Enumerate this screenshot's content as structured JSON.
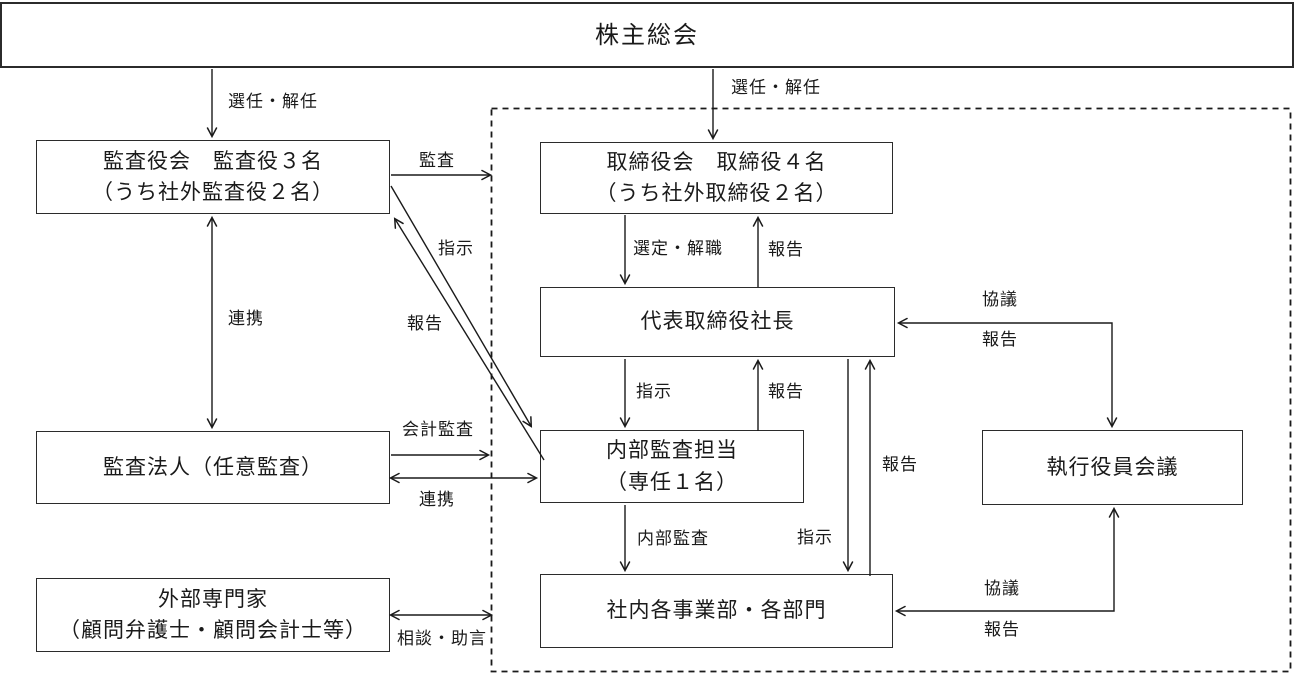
{
  "diagram": {
    "boxes": {
      "shareholders": {
        "label": "株主総会"
      },
      "audit_board": {
        "line1": "監査役会　監査役３名",
        "line2": "（うち社外監査役２名）"
      },
      "board_of_directors": {
        "line1": "取締役会　取締役４名",
        "line2": "（うち社外取締役２名）"
      },
      "president": {
        "label": "代表取締役社長"
      },
      "internal_audit": {
        "line1": "内部監査担当",
        "line2": "（専任１名）"
      },
      "audit_firm": {
        "label": "監査法人（任意監査）"
      },
      "external_experts": {
        "line1": "外部専門家",
        "line2": "（顧問弁護士・顧問会計士等）"
      },
      "internal_divisions": {
        "label": "社内各事業部・各部門"
      },
      "executive_officers_meeting": {
        "label": "執行役員会議"
      }
    },
    "edge_labels": {
      "appoint_dismiss_left": "選任・解任",
      "appoint_dismiss_right": "選任・解任",
      "audit": "監査",
      "instruction_diagonal": "指示",
      "report_diagonal": "報告",
      "cooperation_left": "連携",
      "select_dismiss": "選定・解職",
      "report_to_board": "報告",
      "instruction_to_internal_audit": "指示",
      "report_to_president": "報告",
      "internal_audit_arrow": "内部監査",
      "instruction_to_divisions": "指示",
      "report_from_divisions": "報告",
      "accounting_audit": "会計監査",
      "cooperation_firm": "連携",
      "consultation_advice": "相談・助言",
      "consultation_president_exec": "協議",
      "report_president_exec": "報告",
      "consultation_divisions_exec": "協議",
      "report_divisions_exec": "報告"
    },
    "colors": {
      "line": "#1a1a1a",
      "box_border": "#2b2b2b",
      "background": "#ffffff"
    }
  }
}
